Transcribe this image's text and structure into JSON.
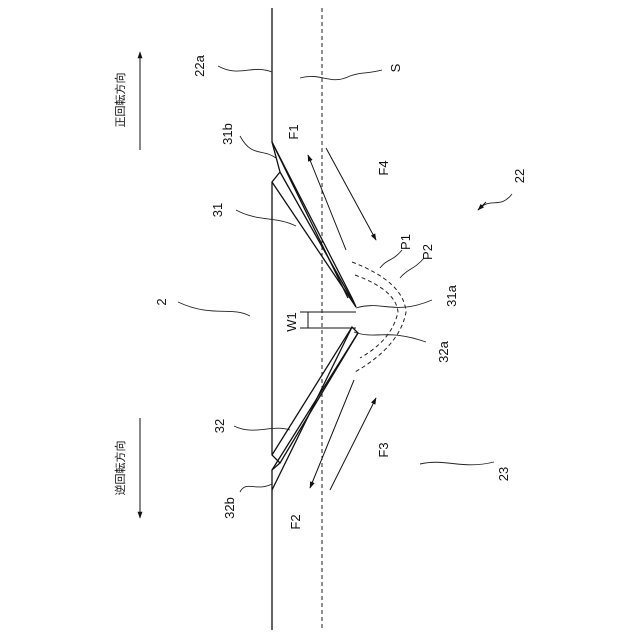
{
  "labels": {
    "edge": "22a",
    "ref_2": "2",
    "region_s": "S",
    "ref_22": "22",
    "ref_23": "23",
    "groove_31": "31",
    "groove_31b": "31b",
    "groove_31a": "31a",
    "groove_32": "32",
    "groove_32b": "32b",
    "groove_32a": "32a",
    "width_w1": "W1",
    "flow_f1": "F1",
    "flow_f2": "F2",
    "flow_f3": "F3",
    "flow_f4": "F4",
    "curve_p1": "P1",
    "curve_p2": "P2"
  },
  "directions": {
    "forward": "正回転方向",
    "reverse": "逆回転方向"
  }
}
